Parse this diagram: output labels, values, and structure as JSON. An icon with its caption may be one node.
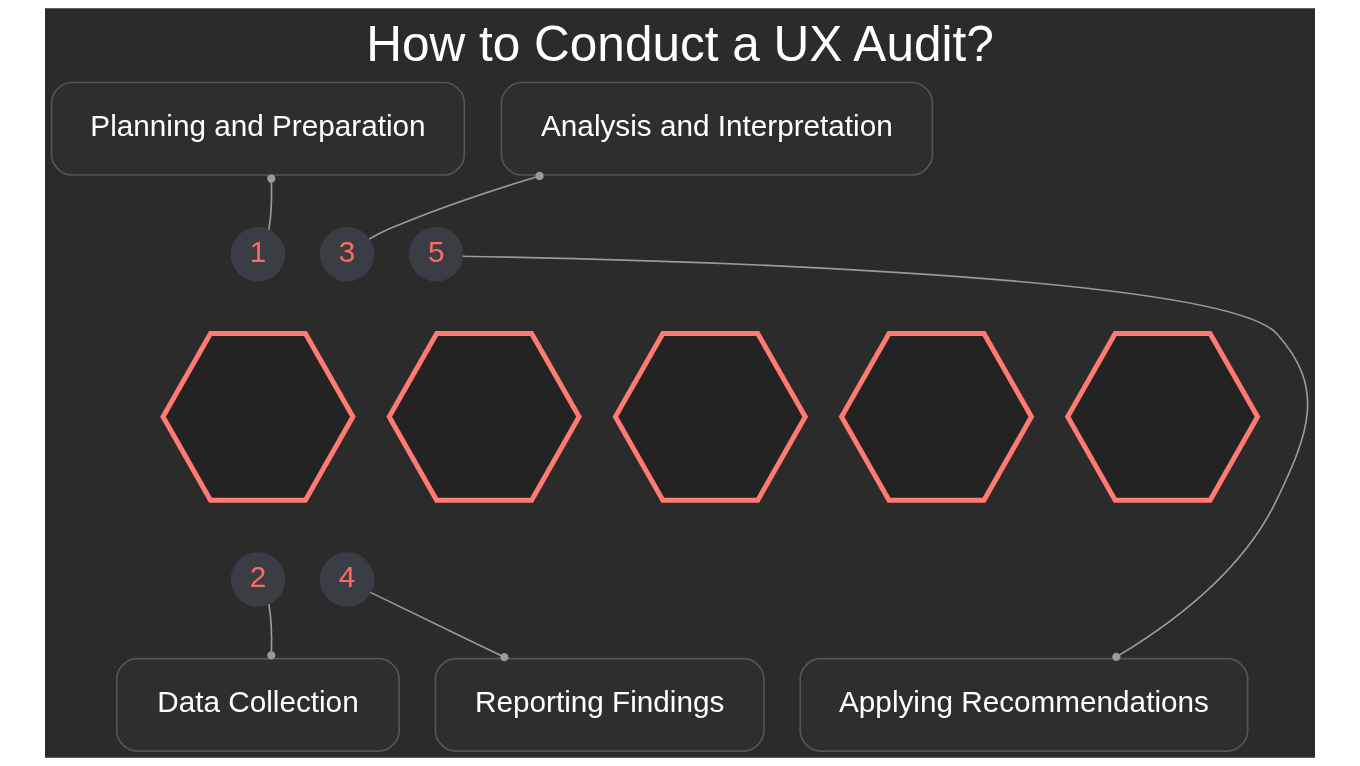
{
  "diagram": {
    "title": "How to Conduct a UX Audit?",
    "nodes": [
      {
        "text": [
          "Planning and Preparation"
        ]
      },
      {
        "text": [
          "Analysis and Interpretation"
        ]
      },
      {
        "text": [],
        "shape": "hexagon"
      },
      {
        "text": [],
        "shape": "hexagon"
      },
      {
        "text": [],
        "shape": "hexagon"
      },
      {
        "text": [],
        "shape": "hexagon"
      },
      {
        "text": [],
        "shape": "hexagon"
      },
      {
        "text": [
          "1"
        ]
      },
      {
        "text": [
          "2"
        ]
      },
      {
        "text": [
          "3"
        ]
      },
      {
        "text": [
          "4"
        ]
      },
      {
        "text": [
          "5"
        ]
      },
      {
        "text": [
          "Data Collection"
        ]
      },
      {
        "text": [
          "Reporting Findings"
        ]
      },
      {
        "text": [
          "Applying Recommendations"
        ]
      }
    ],
    "edges": [
      {
        "from": 7,
        "to": 0,
        "arrow": "other"
      },
      {
        "from": 8,
        "to": 12,
        "arrow": "other"
      },
      {
        "from": 9,
        "to": 1,
        "arrow": "other"
      },
      {
        "from": 10,
        "to": 13,
        "arrow": "other"
      },
      {
        "from": 11,
        "to": 14,
        "arrow": "other"
      }
    ]
  }
}
